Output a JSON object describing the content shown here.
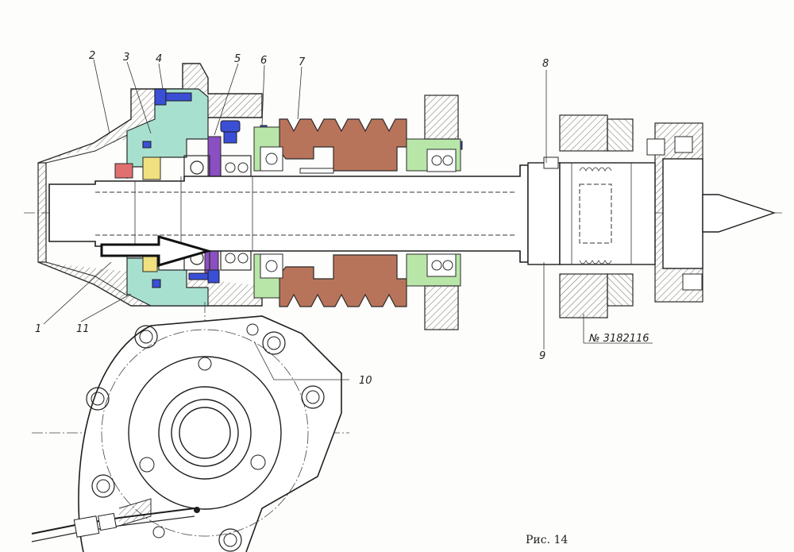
{
  "figure": {
    "caption": "Рис. 14",
    "part_number": "№ 3182116"
  },
  "callouts": [
    {
      "id": "c1",
      "text": "1"
    },
    {
      "id": "c2",
      "text": "2"
    },
    {
      "id": "c3",
      "text": "3"
    },
    {
      "id": "c4",
      "text": "4"
    },
    {
      "id": "c5",
      "text": "5"
    },
    {
      "id": "c6",
      "text": "6"
    },
    {
      "id": "c7",
      "text": "7"
    },
    {
      "id": "c8",
      "text": "8"
    },
    {
      "id": "c9",
      "text": "9"
    },
    {
      "id": "c10",
      "text": "10"
    },
    {
      "id": "c11",
      "text": "11"
    }
  ],
  "colors": {
    "housing_fill": "#ffffff",
    "cover_cyan": "#a8e0d0",
    "pulley_brown": "#b8745a",
    "seal_green": "#b8e6a8",
    "fastener_blue": "#3a4fd6",
    "spacer_purple": "#8a4fc0",
    "ring_yellow": "#f0e080",
    "gland_red": "#e07070",
    "line_ink": "#2a2a2a"
  }
}
